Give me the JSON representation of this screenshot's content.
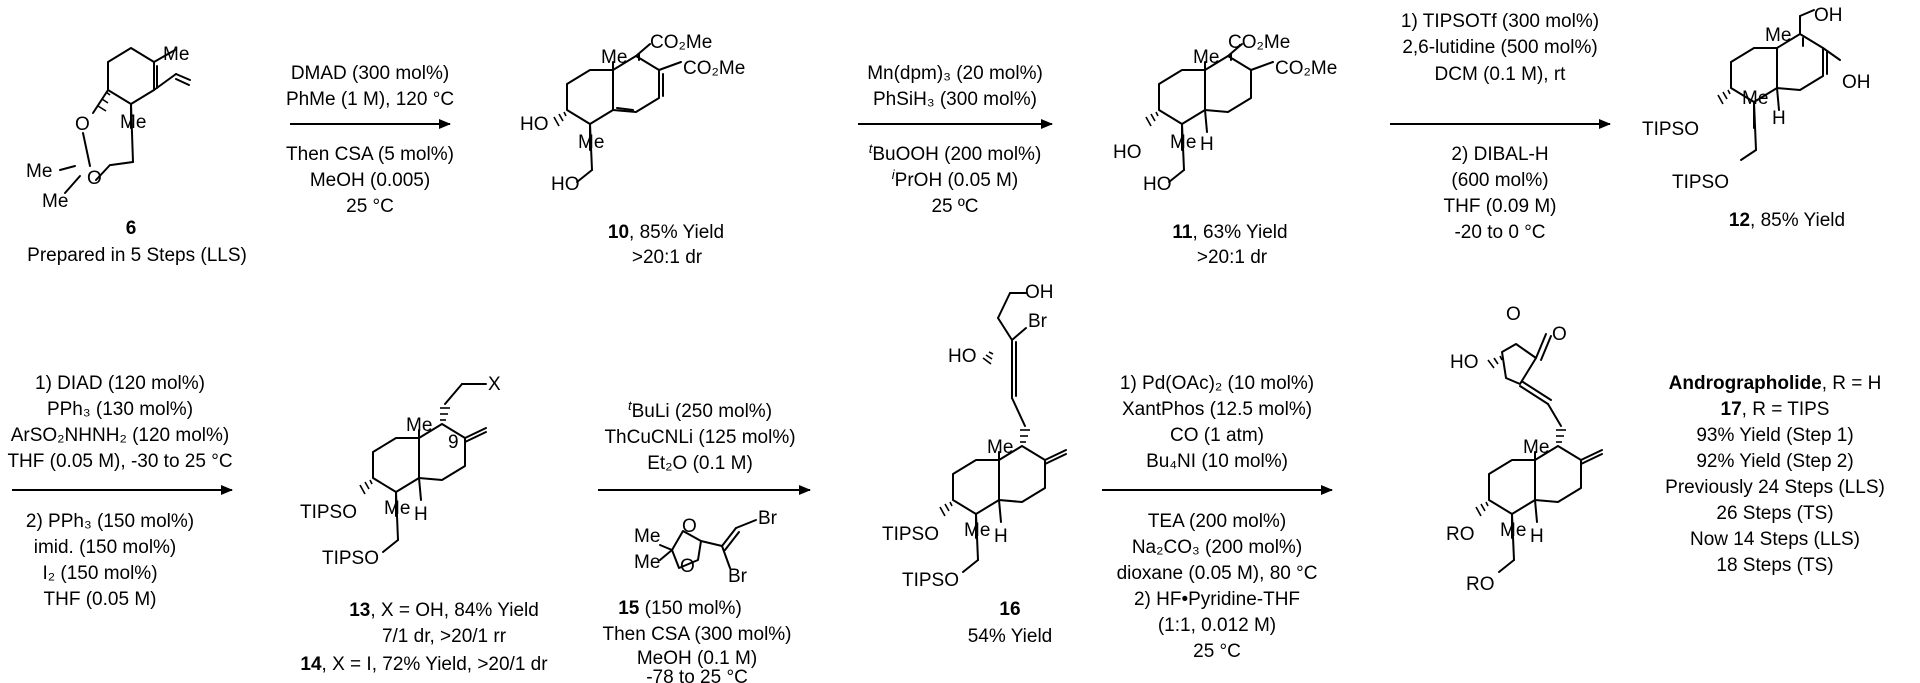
{
  "row1": {
    "c6": {
      "me_top": "Me",
      "me_mid": "Me",
      "o_upper": "O",
      "o_lower": "O",
      "me_left1": "Me",
      "me_left2": "Me",
      "number": "6",
      "caption": "Prepared in 5 Steps (LLS)"
    },
    "arrow1": {
      "above": [
        "DMAD (300 mol%)",
        "PhMe (1 M), 120 °C"
      ],
      "below": [
        "Then CSA (5 mol%)",
        "MeOH (0.005)",
        "25 °C"
      ]
    },
    "c10": {
      "co2me_top": "CO₂Me",
      "co2me_right": "CO₂Me",
      "me_top": "Me",
      "me_mid": "Me",
      "ho_left": "HO",
      "ho_bottom": "HO",
      "number": "10",
      "yield": ", 85% Yield",
      "dr": ">20:1 dr"
    },
    "arrow2": {
      "above": [
        "Mn(dpm)₃ (20 mol%)",
        "PhSiH₃ (300 mol%)"
      ],
      "below_t": "t",
      "below_1": "BuOOH (200 mol%)",
      "below_i": "i",
      "below_2": "PrOH (0.05 M)",
      "below_3": "25 ºC"
    },
    "c11": {
      "co2me_top": "CO₂Me",
      "co2me_right": "CO₂Me",
      "me_top": "Me",
      "me_mid": "Me",
      "ho_left": "HO",
      "ho_bottom": "HO",
      "h": "H",
      "number": "11",
      "yield": ", 63% Yield",
      "dr": ">20:1 dr"
    },
    "arrow3": {
      "above": [
        "1) TIPSOTf (300 mol%)",
        "2,6-lutidine (500 mol%)",
        "DCM (0.1 M), rt"
      ],
      "below": [
        "2) DIBAL-H",
        "(600 mol%)",
        "THF (0.09 M)",
        "-20 to 0 °C"
      ]
    },
    "c12": {
      "oh_top": "OH",
      "oh_right": "OH",
      "me_top": "Me",
      "me_mid": "Me",
      "tipso_left": "TIPSO",
      "tipso_bottom": "TIPSO",
      "h": "H",
      "number": "12",
      "yield": ", 85% Yield"
    }
  },
  "row2": {
    "arrow4": {
      "above": [
        "1) DIAD (120 mol%)",
        "PPh₃ (130 mol%)",
        "ArSO₂NHNH₂ (120 mol%)",
        "THF (0.05 M), -30 to 25 °C"
      ],
      "below": [
        "2) PPh₃ (150 mol%)",
        "imid. (150 mol%)",
        "I₂ (150 mol%)",
        "THF (0.05 M)"
      ]
    },
    "c13": {
      "x": "X",
      "nine": "9",
      "me_top": "Me",
      "me_mid": "Me",
      "tipso_left": "TIPSO",
      "tipso_bottom": "TIPSO",
      "h": "H",
      "line1_num": "13",
      "line1_rest": ", X = OH, 84% Yield",
      "line2": "7/1 dr, >20/1 rr",
      "line3_num": "14",
      "line3_rest": ", X = I, 72% Yield, >20/1 dr"
    },
    "arrow5": {
      "above_t": "t",
      "above_1": "BuLi (250 mol%)",
      "above_2": "ThCuCNLi (125 mol%)",
      "above_3": "Et₂O (0.1 M)",
      "reagent_me1": "Me",
      "reagent_me2": "Me",
      "reagent_o1": "O",
      "reagent_o2": "O",
      "reagent_br1": "Br",
      "reagent_br2": "Br",
      "below_num": "15",
      "below_1": " (150 mol%)",
      "below_2": "Then CSA (300 mol%)",
      "below_3": "MeOH (0.1 M)",
      "below_4": "-78 to 25 °C"
    },
    "c16": {
      "oh": "OH",
      "ho": "HO",
      "br": "Br",
      "me_top": "Me",
      "me_mid": "Me",
      "tipso_left": "TIPSO",
      "tipso_bottom": "TIPSO",
      "h": "H",
      "number": "16",
      "yield": "54% Yield"
    },
    "arrow6": {
      "above": [
        "1) Pd(OAc)₂ (10 mol%)",
        "XantPhos (12.5 mol%)",
        "CO (1 atm)",
        "Bu₄NI (10 mol%)"
      ],
      "below": [
        "TEA (200 mol%)",
        "Na₂CO₃ (200 mol%)",
        "dioxane (0.05 M), 80 °C",
        "2) HF•Pyridine-THF",
        "(1:1, 0.012 M)",
        "25 °C"
      ]
    },
    "c17": {
      "o_ring": "O",
      "o_carbonyl": "O",
      "ho": "HO",
      "me_top": "Me",
      "me_mid": "Me",
      "ro_left": "RO",
      "ro_bottom": "RO",
      "h": "H"
    },
    "summary": {
      "name": "Andrographolide",
      "name_rest": ", R = H",
      "num": "17",
      "num_rest": ", R = TIPS",
      "lines": [
        "93% Yield (Step 1)",
        "92% Yield (Step 2)",
        "Previously 24 Steps (LLS)",
        "26 Steps (TS)",
        "Now 14 Steps (LLS)",
        "18 Steps (TS)"
      ]
    }
  }
}
